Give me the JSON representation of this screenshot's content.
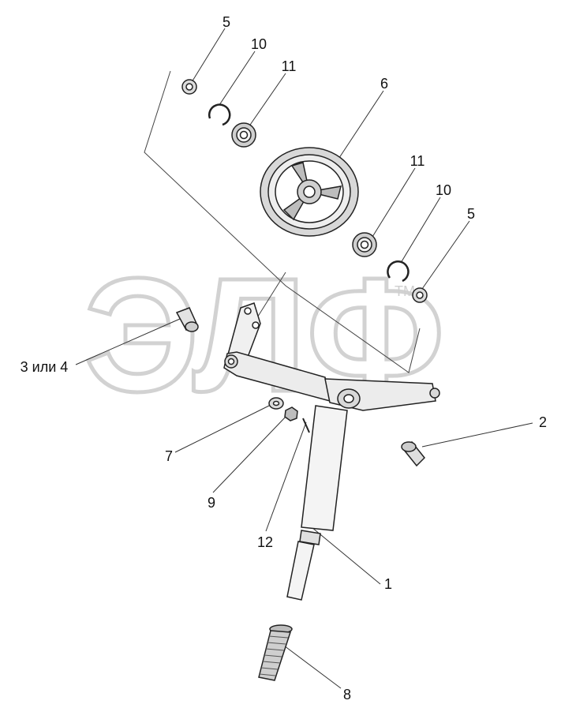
{
  "diagram": {
    "watermark": "ЭЛФ",
    "trademark": "TM",
    "callouts": [
      {
        "id": "c5a",
        "label": "5"
      },
      {
        "id": "c10a",
        "label": "10"
      },
      {
        "id": "c11a",
        "label": "11"
      },
      {
        "id": "c6",
        "label": "6"
      },
      {
        "id": "c11b",
        "label": "11"
      },
      {
        "id": "c10b",
        "label": "10"
      },
      {
        "id": "c5b",
        "label": "5"
      },
      {
        "id": "c34",
        "label": "3 или 4"
      },
      {
        "id": "c2",
        "label": "2"
      },
      {
        "id": "c7",
        "label": "7"
      },
      {
        "id": "c9",
        "label": "9"
      },
      {
        "id": "c12",
        "label": "12"
      },
      {
        "id": "c1",
        "label": "1"
      },
      {
        "id": "c8",
        "label": "8"
      }
    ]
  }
}
